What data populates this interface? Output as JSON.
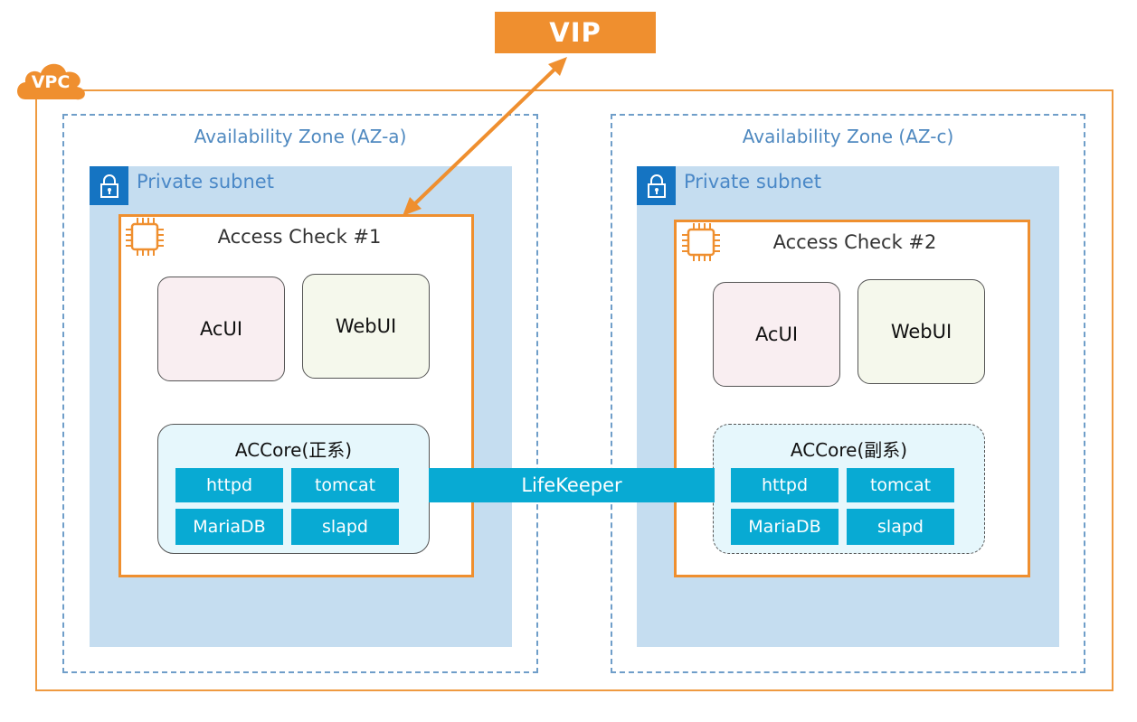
{
  "vip": {
    "label": "VIP"
  },
  "vpc": {
    "label": "VPC"
  },
  "zones": [
    {
      "title": "Availability Zone (AZ-a)",
      "subnet_title": "Private subnet",
      "instance_title": "Access Check #1",
      "acui": "AcUI",
      "webui": "WebUI",
      "accore_title": "ACCore(正系)",
      "services": [
        "httpd",
        "tomcat",
        "MariaDB",
        "slapd"
      ]
    },
    {
      "title": "Availability Zone (AZ-c)",
      "subnet_title": "Private subnet",
      "instance_title": "Access Check #2",
      "acui": "AcUI",
      "webui": "WebUI",
      "accore_title": "ACCore(副系)",
      "services": [
        "httpd",
        "tomcat",
        "MariaDB",
        "slapd"
      ]
    }
  ],
  "link": {
    "label": "LifeKeeper"
  },
  "colors": {
    "orange": "#ef8f2f",
    "az_border": "#6f9ec9",
    "subnet_fill": "#c5ddf0",
    "lock_blue": "#1574c2",
    "service_blue": "#08aad3"
  },
  "icons": {
    "vpc": "cloud-icon",
    "subnet": "lock-icon",
    "instance": "chip-icon"
  }
}
